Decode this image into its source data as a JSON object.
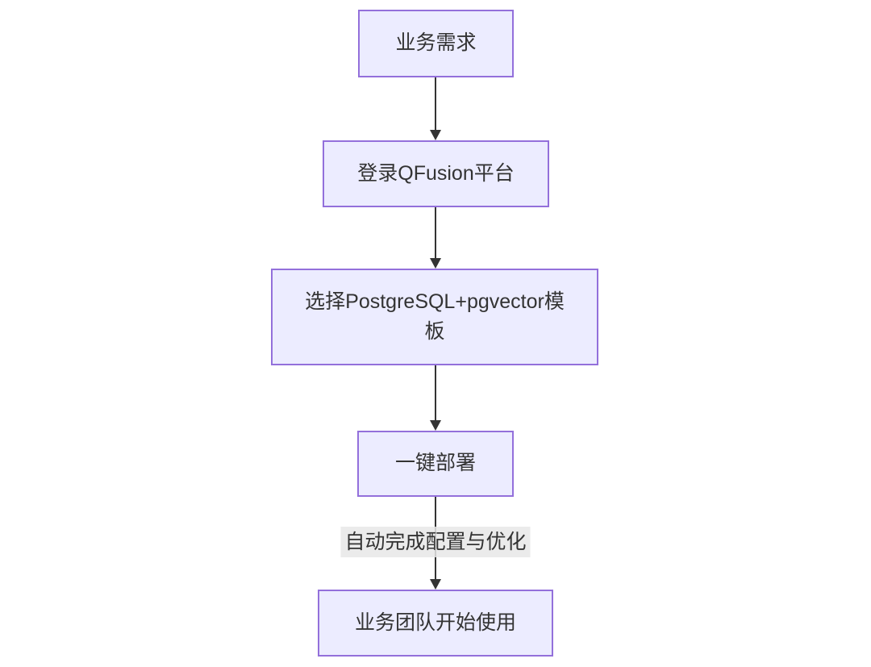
{
  "diagram": {
    "type": "flowchart",
    "direction": "top-down",
    "nodes": [
      {
        "id": "A",
        "shape": "rect",
        "label": "业务需求"
      },
      {
        "id": "B",
        "shape": "rect",
        "label": "登录QFusion平台"
      },
      {
        "id": "C",
        "shape": "rect",
        "label": "选择PostgreSQL+pgvector模板"
      },
      {
        "id": "D",
        "shape": "rect",
        "label": "一键部署"
      },
      {
        "id": "E",
        "shape": "rect",
        "label": "业务团队开始使用"
      }
    ],
    "edges": [
      {
        "from": "A",
        "to": "B",
        "arrow": "down",
        "label": ""
      },
      {
        "from": "B",
        "to": "C",
        "arrow": "down",
        "label": ""
      },
      {
        "from": "C",
        "to": "D",
        "arrow": "down",
        "label": ""
      },
      {
        "from": "D",
        "to": "E",
        "arrow": "down",
        "label": "自动完成配置与优化"
      }
    ],
    "colors": {
      "background": "#ffffff",
      "node_fill": "#ECECFF",
      "node_border": "#9370DB",
      "node_text": "#333333",
      "arrow": "#333333",
      "edge_label_bg": "#e8e8e8",
      "edge_label_text": "#333333"
    }
  }
}
